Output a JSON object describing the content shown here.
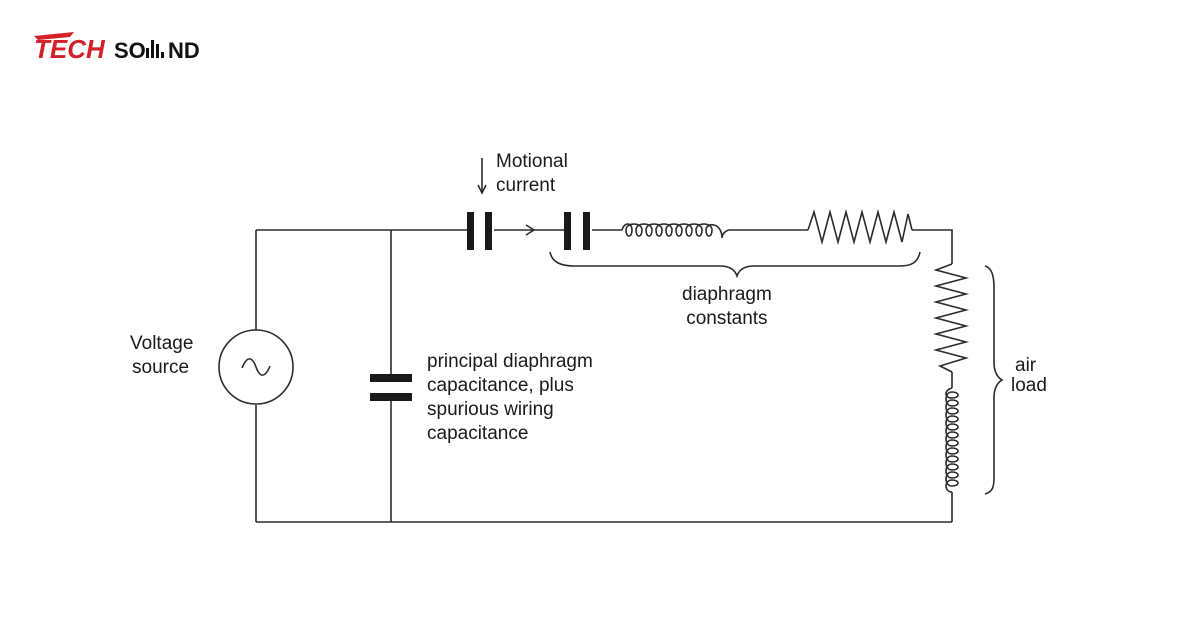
{
  "brand": {
    "name": "TECH SOUND",
    "tech_color": "#d42027",
    "sound_color": "#111111"
  },
  "labels": {
    "motional": [
      "Motional",
      "current"
    ],
    "voltage": [
      "Voltage",
      "source"
    ],
    "diaphragm_constants": [
      "diaphragm",
      "constants"
    ],
    "principal": [
      "principal diaphragm",
      "capacitance, plus",
      "spurious wiring",
      "capacitance"
    ],
    "air_load": [
      "air",
      "load"
    ]
  },
  "source_symbol": "~"
}
